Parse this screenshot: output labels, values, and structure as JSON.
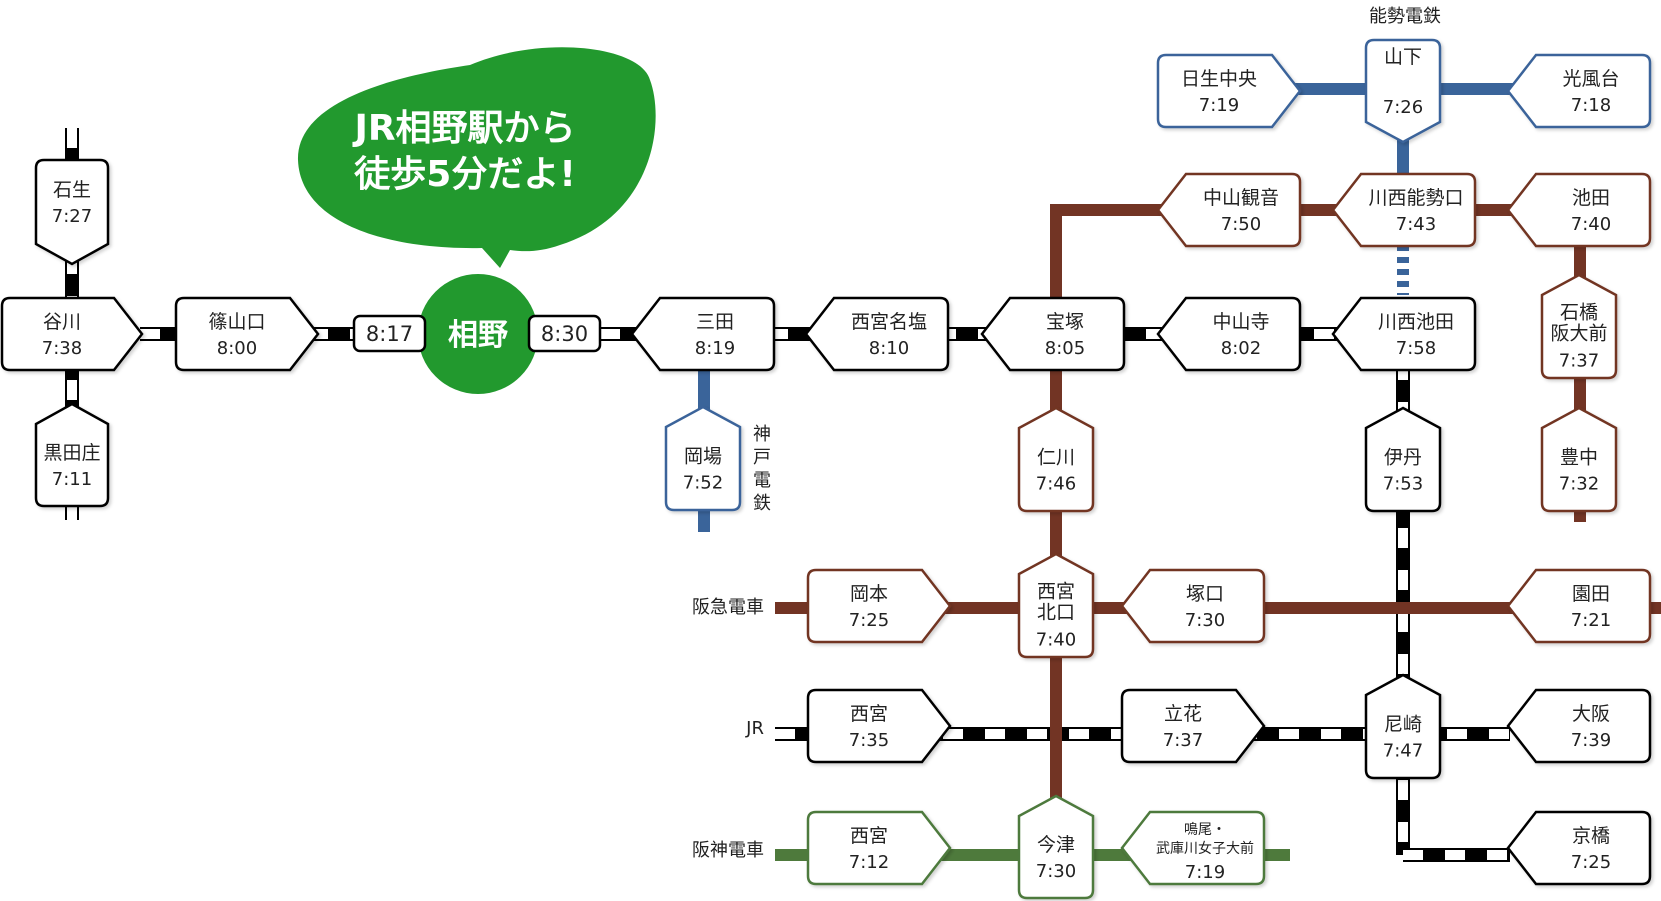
{
  "colors": {
    "jr": "#000000",
    "hankyu": "#723424",
    "nose": "#3a649a",
    "kobe": "#3a649a",
    "hanshin": "#4e7a3c",
    "highlight": "#22992e"
  },
  "callout": {
    "line1": "JR相野駅から",
    "line2": "徒歩5分だよ!"
  },
  "hub": {
    "name": "相野",
    "time_left": "8:17",
    "time_right": "8:30"
  },
  "line_labels": {
    "nose": "能勢電鉄",
    "kobe": [
      "神",
      "戸",
      "電",
      "鉄"
    ],
    "hankyu": "阪急電車",
    "jr": "JR",
    "hanshin": "阪神電車"
  },
  "stations": {
    "ishiu": {
      "name": "石生",
      "time": "7:27"
    },
    "tanikawa": {
      "name": "谷川",
      "time": "7:38"
    },
    "kurodasho": {
      "name": "黒田庄",
      "time": "7:11"
    },
    "sasayamaguchi": {
      "name": "篠山口",
      "time": "8:00"
    },
    "sanda": {
      "name": "三田",
      "time": "8:19"
    },
    "okaba": {
      "name": "岡場",
      "time": "7:52"
    },
    "nishinomiyanajio": {
      "name": "西宮名塩",
      "time": "8:10"
    },
    "takarazuka": {
      "name": "宝塚",
      "time": "8:05"
    },
    "nakayamadera": {
      "name": "中山寺",
      "time": "8:02"
    },
    "kawanishiikeda": {
      "name": "川西池田",
      "time": "7:58"
    },
    "nakayamakannon": {
      "name": "中山観音",
      "time": "7:50"
    },
    "kawanishinoseguchi": {
      "name": "川西能勢口",
      "time": "7:43"
    },
    "ikeda": {
      "name": "池田",
      "time": "7:40"
    },
    "hisshochuo": {
      "name": "日生中央",
      "time": "7:19"
    },
    "yamashita": {
      "name": "山下",
      "time": "7:26"
    },
    "kofudai": {
      "name": "光風台",
      "time": "7:18"
    },
    "ishibashi": {
      "name": "石橋",
      "name2": "阪大前",
      "time": "7:37"
    },
    "toyonaka": {
      "name": "豊中",
      "time": "7:32"
    },
    "nigawa": {
      "name": "仁川",
      "time": "7:46"
    },
    "itami": {
      "name": "伊丹",
      "time": "7:53"
    },
    "okamoto": {
      "name": "岡本",
      "time": "7:25"
    },
    "nishinomiyakitaguchi": {
      "name": "西宮",
      "name2": "北口",
      "time": "7:40"
    },
    "tsukaguchi": {
      "name": "塚口",
      "time": "7:30"
    },
    "sonoda": {
      "name": "園田",
      "time": "7:21"
    },
    "jr_nishinomiya": {
      "name": "西宮",
      "time": "7:35"
    },
    "tachibana": {
      "name": "立花",
      "time": "7:37"
    },
    "amagasaki": {
      "name": "尼崎",
      "time": "7:47"
    },
    "osaka": {
      "name": "大阪",
      "time": "7:39"
    },
    "kyobashi": {
      "name": "京橋",
      "time": "7:25"
    },
    "hanshin_nishinomiya": {
      "name": "西宮",
      "time": "7:12"
    },
    "imazu": {
      "name": "今津",
      "time": "7:30"
    },
    "naruo": {
      "name": "鳴尾・",
      "name2": "武庫川女子大前",
      "time": "7:19"
    }
  }
}
